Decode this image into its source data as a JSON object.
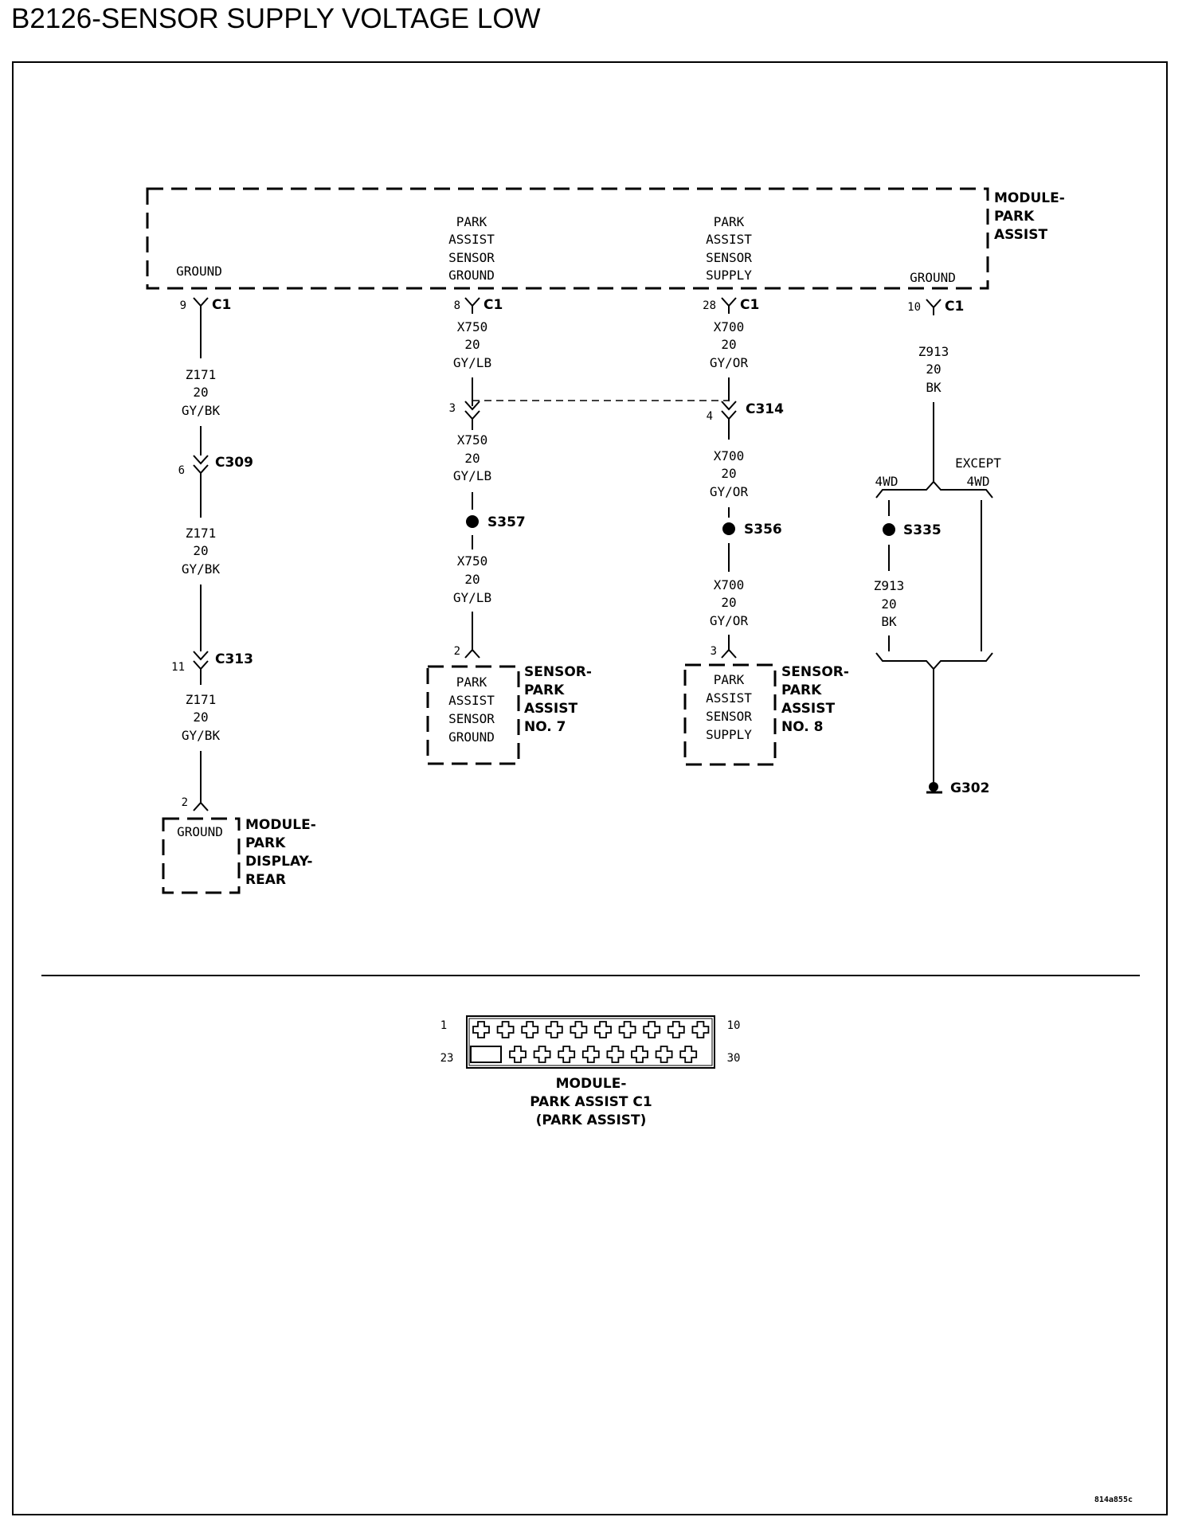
{
  "title": "B2126-SENSOR SUPPLY VOLTAGE LOW",
  "module_park_assist": {
    "name": [
      "MODULE-",
      "PARK",
      "ASSIST"
    ],
    "pins": {
      "ground_left": [
        "GROUND"
      ],
      "sensor_ground": [
        "PARK",
        "ASSIST",
        "SENSOR",
        "GROUND"
      ],
      "sensor_supply": [
        "PARK",
        "ASSIST",
        "SENSOR",
        "SUPPLY"
      ],
      "ground_right": [
        "GROUND"
      ]
    }
  },
  "connectors": {
    "c1": "C1",
    "c309": "C309",
    "c313": "C313",
    "c314": "C314"
  },
  "pin_numbers": {
    "c1_ground_left": "9",
    "c1_sensor_ground": "8",
    "c1_sensor_supply": "28",
    "c1_ground_right": "10",
    "c309": "6",
    "c313": "11",
    "c314_left": "3",
    "c314_right": "4",
    "sensor7": "2",
    "sensor8": "3",
    "display": "2"
  },
  "wires": {
    "z171": [
      "Z171",
      "20",
      "GY/BK"
    ],
    "x750": [
      "X750",
      "20",
      "GY/LB"
    ],
    "x700": [
      "X700",
      "20",
      "GY/OR"
    ],
    "z913": [
      "Z913",
      "20",
      "BK"
    ]
  },
  "splices": {
    "s357": "S357",
    "s356": "S356",
    "s335": "S335"
  },
  "ground_point": "G302",
  "options": {
    "four_wd": "4WD",
    "except_4wd": [
      "EXCEPT",
      "4WD"
    ]
  },
  "sensor7": {
    "pin_label": [
      "PARK",
      "ASSIST",
      "SENSOR",
      "GROUND"
    ],
    "name": [
      "SENSOR-",
      "PARK",
      "ASSIST",
      "NO. 7"
    ]
  },
  "sensor8": {
    "pin_label": [
      "PARK",
      "ASSIST",
      "SENSOR",
      "SUPPLY"
    ],
    "name": [
      "SENSOR-",
      "PARK",
      "ASSIST",
      "NO. 8"
    ]
  },
  "display_module": {
    "pin_label": "GROUND",
    "name": [
      "MODULE-",
      "PARK",
      "DISPLAY-",
      "REAR"
    ]
  },
  "connector_view": {
    "pin_tl": "1",
    "pin_tr": "10",
    "pin_bl": "23",
    "pin_br": "30",
    "caption": [
      "MODULE-",
      "PARK ASSIST C1",
      "(PARK ASSIST)"
    ],
    "top_row_cavities": 10,
    "bottom_row_cavities": 8
  },
  "figure_id": "814a855c"
}
